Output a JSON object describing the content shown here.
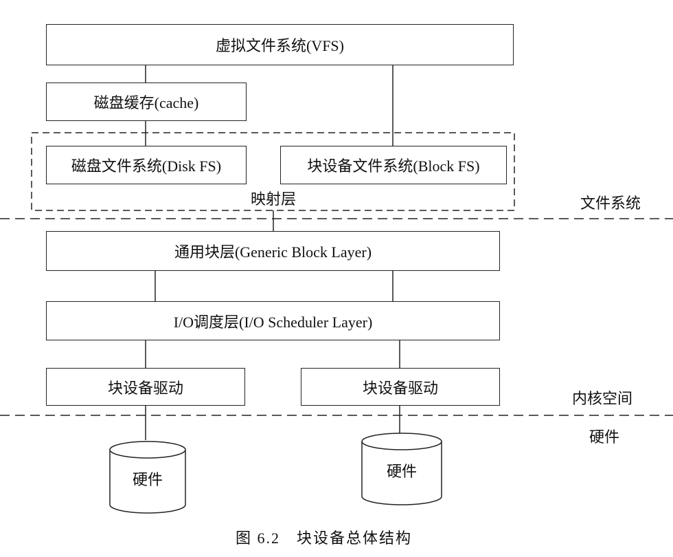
{
  "boxes": {
    "vfs": "虚拟文件系统(VFS)",
    "cache": "磁盘缓存(cache)",
    "disk_fs": "磁盘文件系统(Disk FS)",
    "block_fs": "块设备文件系统(Block FS)",
    "generic_block": "通用块层(Generic Block Layer)",
    "io_scheduler": "I/O调度层(I/O Scheduler Layer)",
    "driver_left": "块设备驱动",
    "driver_right": "块设备驱动"
  },
  "mapping_layer_label": "映射层",
  "region_labels": {
    "file_system": "文件系统",
    "kernel_space": "内核空间",
    "hardware": "硬件"
  },
  "cylinders": {
    "left": "硬件",
    "right": "硬件"
  },
  "caption": "图 6.2　块设备总体结构"
}
